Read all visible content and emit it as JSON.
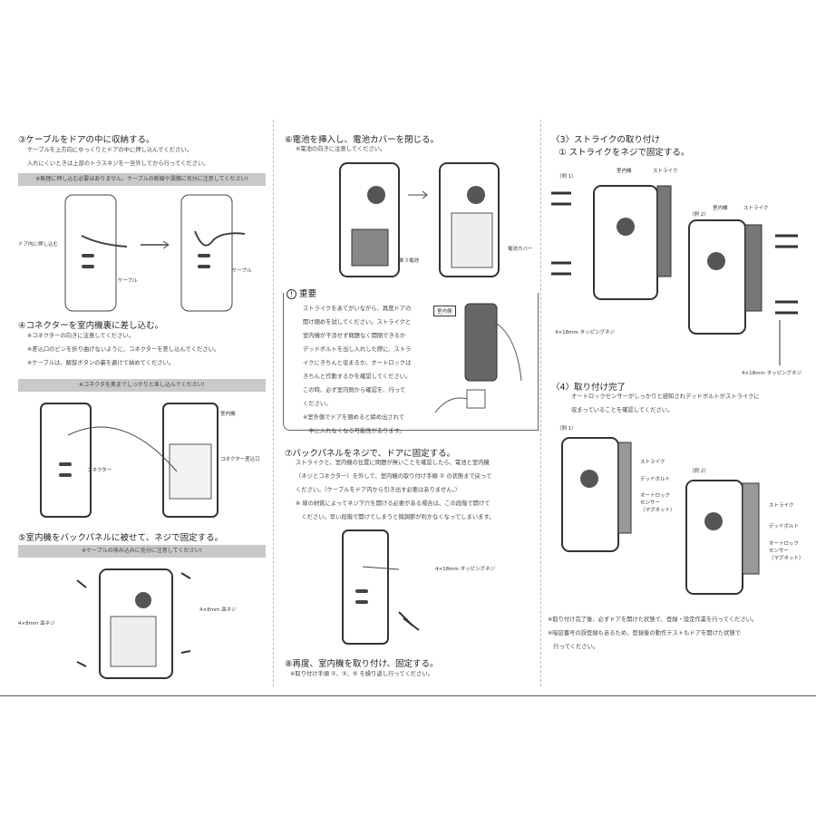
{
  "col1": {
    "step3": {
      "title": "③ケーブルをドアの中に収納する。",
      "lines": [
        "ケーブルを上方向にゆっくりとドアの中に押し込んでください。",
        "入れにくいときは上部のトラスネジを一旦外してから行ってください。"
      ],
      "note": "※無理に押し込む必要はありません。ケーブルの断線や損傷に充分に注意してください!",
      "labels": {
        "push": "ドア内に押し込む",
        "cable1": "ケーブル",
        "cable2": "ケーブル"
      }
    },
    "step4": {
      "title": "④コネクターを室内機裏に差し込む。",
      "lines": [
        "※コネクターの向きに注意してください。",
        "※差込口のピンを折り曲げないように、コネクターを差し込んでください。",
        "※ケーブルは、解錠ボタンの裏を避けて納めてください。"
      ],
      "note": "※コネクタを奥までしっかりと差し込んでください!",
      "labels": {
        "indoor": "室内機",
        "connector": "コネクター",
        "port": "コネクター差込口"
      }
    },
    "step5": {
      "title": "⑤室内機をバックパネルに被せて、ネジで固定する。",
      "note": "※ケーブルの挟み込みに充分に注意してください!",
      "labels": {
        "screw_left": "4×8mm 皿ネジ",
        "screw_right": "4×8mm 皿ネジ"
      }
    }
  },
  "col2": {
    "step6": {
      "title": "⑥電池を挿入し、電池カバーを閉じる。",
      "lines": [
        "※電池の向きに注意してください。"
      ],
      "labels": {
        "battery": "単３電池",
        "cover": "電池カバー"
      }
    },
    "important": {
      "title": "重要",
      "lines": [
        "ストライクをあてがいながら、再度ドアの",
        "開け閉めを試してください。ストライクと",
        "室内機が干渉せず問題なく開閉できるか",
        "デッドボルトを出し入れした際に、ストラ",
        "イクにきちんと収まるか、オートロックは",
        "きちんと作動するかを確認してください。",
        "この時、必ず室内側から確認を、行って",
        "ください。",
        "※室外側でドアを閉めると締め出されて",
        "　中に入れなくなる可能性があります。"
      ],
      "badge": "室内側"
    },
    "step7": {
      "title": "⑦バックパネルをネジで、ドアに固定する。",
      "lines": [
        "ストライクと、室内機の位置に問題が無いことを確認したら、電池と室内機",
        "（ネジとコネクター）を外して、室内機の取り付け手順 ② の状態まで戻って",
        "ください。（ケーブルをドア内から引き出す必要はありません。）",
        "※ 扉の材質によってネジ下穴を開ける必要がある場合は、この段階で開けて",
        "　ください。早い段階で開けてしまうと微調節が利かなくなってしまいます。"
      ],
      "labels": {
        "screw": "4×18mm タッピングネジ"
      }
    },
    "step8": {
      "title": "⑧再度、室内機を取り付け、固定する。",
      "lines": [
        "※取り付け手順 ④、⑤、⑥ を繰り返し行ってください。"
      ]
    }
  },
  "col3": {
    "sec3": {
      "title": "〈3〉ストライクの取り付け",
      "sub": "① ストライクをネジで固定する。",
      "ex1": "（例 1）",
      "ex2": "（例 2）",
      "labels": {
        "indoor1": "室内機",
        "strike1": "ストライク",
        "indoor2": "室内機",
        "strike2": "ストライク",
        "screw1": "4×18mm タッピングネジ",
        "screw2": "4×18mm タッピングネジ"
      }
    },
    "sec4": {
      "title": "〈4〉取り付け完了",
      "lines": [
        "オートロックセンサーがしっかりと感知されデッドボルトがストライクに",
        "収まっていることを確認してください。"
      ],
      "ex1": "（例 1）",
      "ex2": "（例 2）",
      "labels": {
        "strike1": "ストライク",
        "deadbolt1": "デッドボルト",
        "sensor1": "オートロック\nセンサー\n（マグネット）",
        "strike2": "ストライク",
        "deadbolt2": "デッドボルト",
        "sensor2": "オートロック\nセンサー\n（マグネット）"
      },
      "notes": [
        "※取り付け完了後、必ずドアを開けた状態で、登録・設定作業を行ってください。",
        "※暗証番号の誤登録もあるため、登録後の動作テストもドアを開けた状態で",
        "　行ってください。"
      ]
    }
  }
}
